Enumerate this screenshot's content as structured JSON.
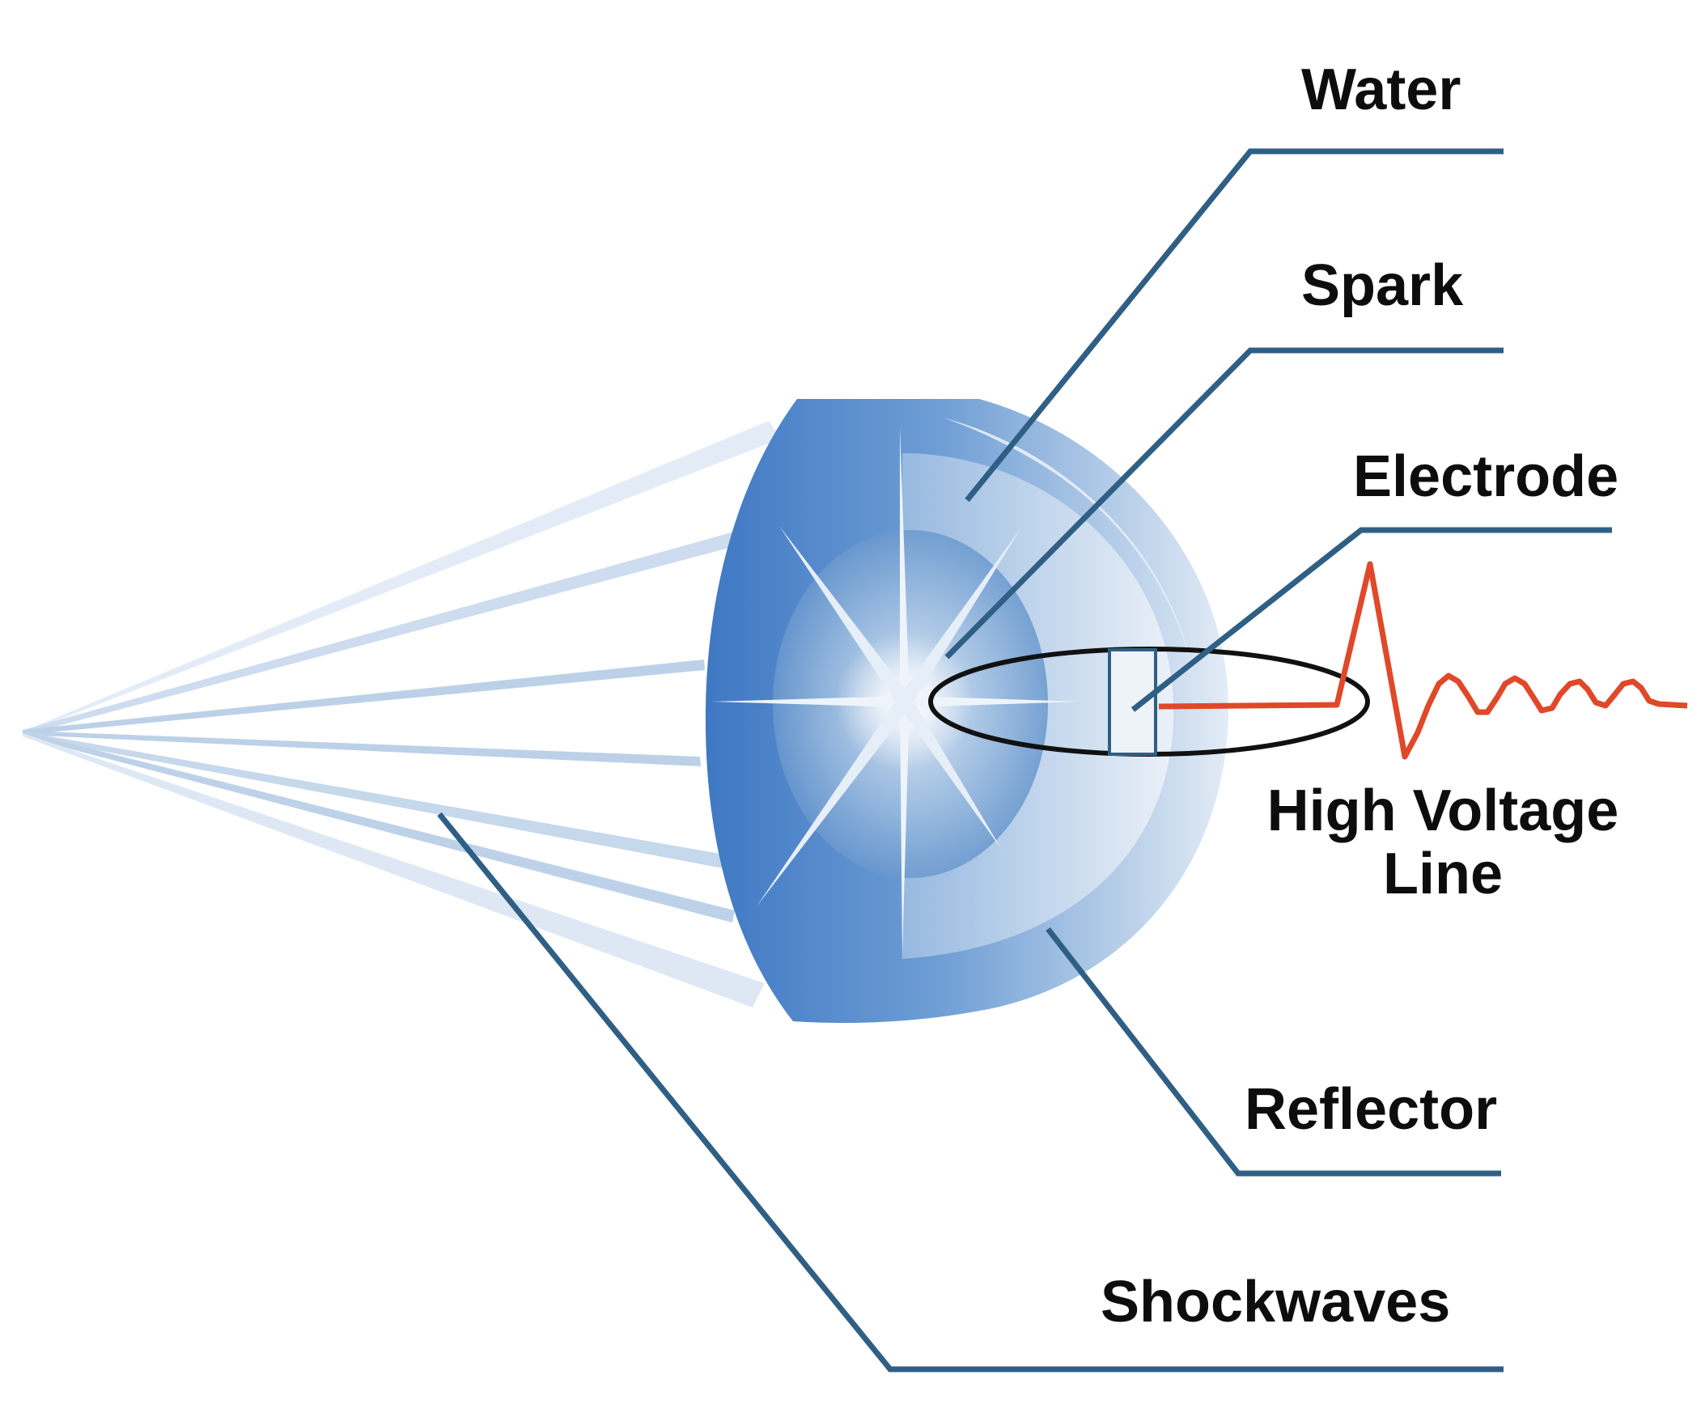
{
  "labels": {
    "water": "Water",
    "spark": "Spark",
    "electrode": "Electrode",
    "high_voltage_line_1": "High Voltage",
    "high_voltage_line_2": "Line",
    "reflector": "Reflector",
    "shockwaves": "Shockwaves"
  },
  "colors": {
    "leader_line": "#2f5f84",
    "reflector_blue": "#4d86c8",
    "voltage_signal": "#e0482a",
    "label_text": "#0d0d0d"
  }
}
